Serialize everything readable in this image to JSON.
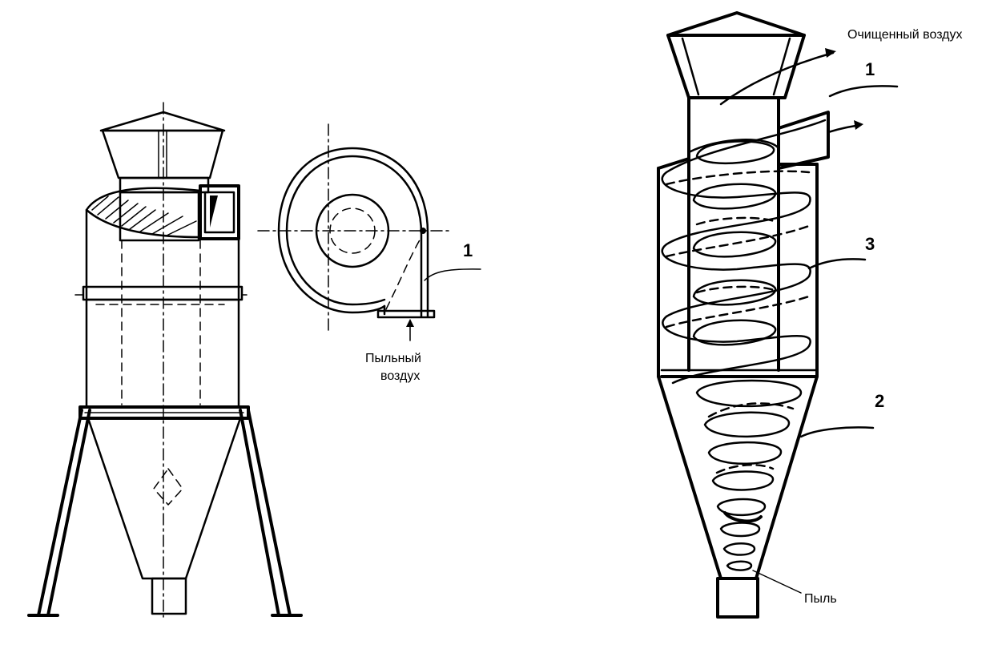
{
  "labels": {
    "left_callout_1": "1",
    "left_inlet_line1": "Пыльный",
    "left_inlet_line2": "воздух",
    "right_outlet": "Очищенный воздух",
    "right_callout_1": "1",
    "right_callout_3": "3",
    "right_callout_2": "2",
    "right_dust": "Пыль"
  },
  "colors": {
    "ink": "#000000",
    "background": "#ffffff"
  }
}
